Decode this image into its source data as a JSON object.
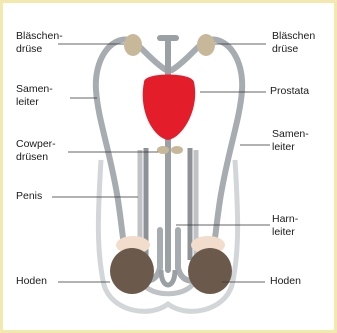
{
  "labels": {
    "blaeschen_left": [
      "Bläschen-",
      "drüse"
    ],
    "blaeschen_right": [
      "Bläschen",
      "drüse"
    ],
    "samenleiter_left": [
      "Samen-",
      "leiter"
    ],
    "prostata": "Prostata",
    "cowper": [
      "Cowper-",
      "drüsen"
    ],
    "samenleiter_right": [
      "Samen-",
      "leiter"
    ],
    "penis": "Penis",
    "harnleiter": [
      "Harn-",
      "leiter"
    ],
    "hoden_left": "Hoden",
    "hoden_right": "Hoden"
  },
  "colors": {
    "frame": "#f3e8ad",
    "prostata": "#e31e2a",
    "vesicle": "#c8b89a",
    "testis": "#6b5a4b",
    "epididymis": "#f2dccb",
    "duct": "#9aa0a4",
    "tissue": "#c9cdd0"
  }
}
